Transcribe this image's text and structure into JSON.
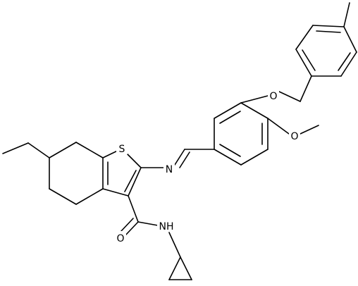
{
  "structure": {
    "atom_labels": {
      "sulfur": "S",
      "imine_nitrogen": "N",
      "amide_oxygen": "O",
      "amide_nh": "NH",
      "ether_oxygen": "O",
      "methoxy_oxygen": "O"
    }
  }
}
